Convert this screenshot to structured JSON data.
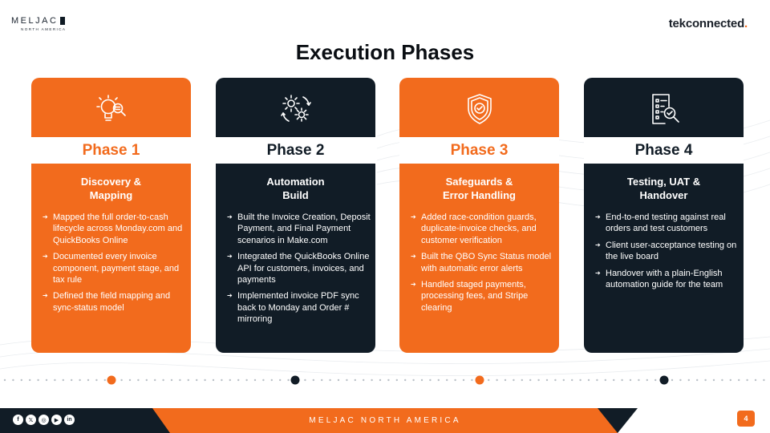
{
  "header": {
    "brand_name": "MELJAC",
    "brand_sub": "NORTH AMERICA",
    "partner_name": "tekconnected",
    "partner_dot": ".",
    "title": "Execution Phases"
  },
  "colors": {
    "orange": "#f26b1d",
    "navy": "#111c26"
  },
  "phases": [
    {
      "label": "Phase 1",
      "theme": "orange",
      "icon": "lightbulb-gear-icon",
      "heading_line1": "Discovery &",
      "heading_line2": "Mapping",
      "bullets": [
        "Mapped the full order-to-cash lifecycle across Monday.com and QuickBooks Online",
        "Documented every invoice component, payment stage, and tax rule",
        "Defined the field mapping and sync-status model"
      ]
    },
    {
      "label": "Phase 2",
      "theme": "navy",
      "icon": "gears-cycle-icon",
      "heading_line1": "Automation",
      "heading_line2": "Build",
      "bullets": [
        "Built the Invoice Creation, Deposit Payment, and Final Payment scenarios in Make.com",
        "Integrated the QuickBooks Online API for customers, invoices, and payments",
        "Implemented invoice PDF sync back to Monday and Order # mirroring"
      ]
    },
    {
      "label": "Phase 3",
      "theme": "orange",
      "icon": "shield-check-icon",
      "heading_line1": "Safeguards &",
      "heading_line2": "Error Handling",
      "bullets": [
        "Added race-condition guards, duplicate-invoice checks, and customer verification",
        "Built the QBO Sync Status model with automatic error alerts",
        "Handled staged payments, processing fees, and Stripe clearing"
      ]
    },
    {
      "label": "Phase 4",
      "theme": "navy",
      "icon": "checklist-magnifier-icon",
      "heading_line1": "Testing, UAT &",
      "heading_line2": "Handover",
      "bullets": [
        "End-to-end testing against real orders and test customers",
        "Client user-acceptance testing on the live board",
        "Handover with a plain-English automation guide for the team"
      ]
    }
  ],
  "timeline": {
    "marker_colors": [
      "#f26b1d",
      "#111c26",
      "#f26b1d",
      "#111c26"
    ]
  },
  "footer": {
    "text": "MELJAC NORTH AMERICA",
    "page_number": "4",
    "socials": [
      {
        "icon": "facebook-icon",
        "glyph": "f"
      },
      {
        "icon": "x-icon",
        "glyph": "𝕏"
      },
      {
        "icon": "instagram-icon",
        "glyph": "◎"
      },
      {
        "icon": "youtube-icon",
        "glyph": "▶"
      },
      {
        "icon": "linkedin-icon",
        "glyph": "in"
      }
    ]
  }
}
